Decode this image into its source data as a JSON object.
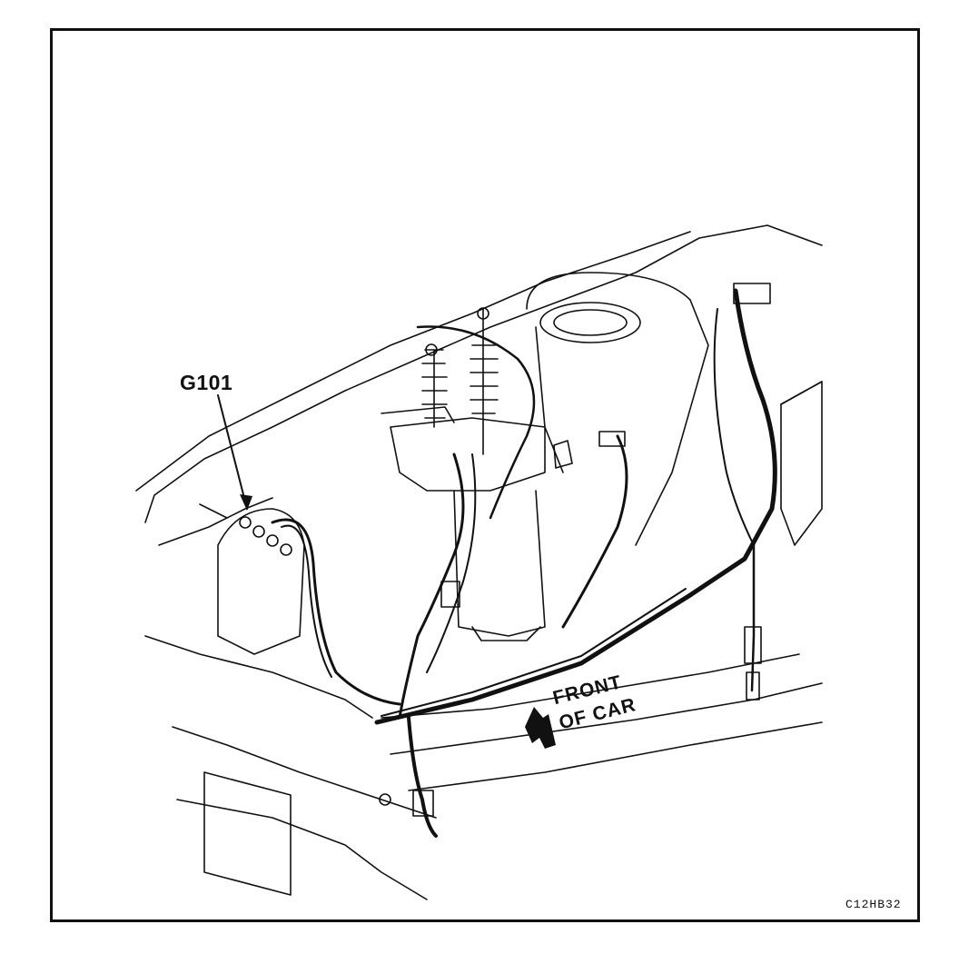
{
  "diagram": {
    "callout_label": "G101",
    "direction_label_line1": "FRONT",
    "direction_label_line2": "OF CAR",
    "figure_code": "C12HB32"
  },
  "colors": {
    "ink": "#111111",
    "paper": "#ffffff"
  },
  "icons": {
    "direction": "arrow-icon"
  }
}
